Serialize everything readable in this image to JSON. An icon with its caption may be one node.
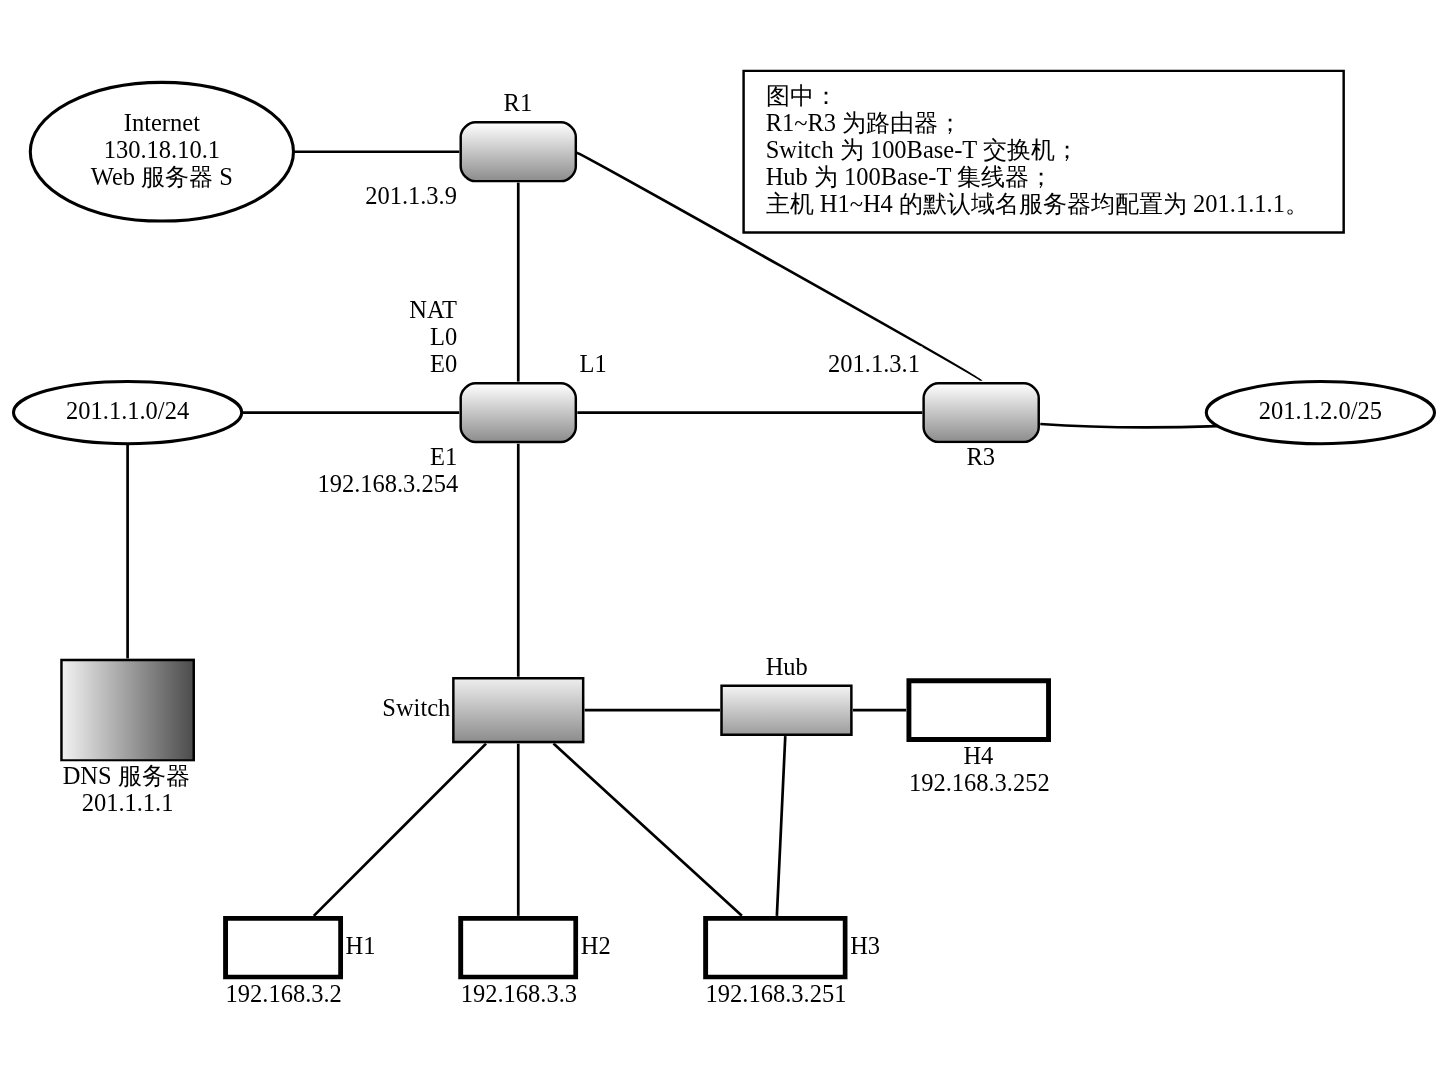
{
  "diagram": {
    "nodes": [
      {
        "text": [
          "Internet",
          "130.18.10.1",
          "Web 服务器 S"
        ]
      },
      {
        "text": [
          "R1",
          "201.1.3.9"
        ]
      },
      {
        "text": [
          "201.1.1.0/24"
        ]
      },
      {
        "text": [
          "NAT",
          "L0",
          "E0",
          "L1",
          "E1",
          "192.168.3.254"
        ]
      },
      {
        "text": [
          "201.1.3.1",
          "R3"
        ]
      },
      {
        "text": [
          "201.1.2.0/25"
        ]
      },
      {
        "text": [
          "DNS 服务器",
          "201.1.1.1"
        ]
      },
      {
        "text": [
          "Switch"
        ]
      },
      {
        "text": [
          "Hub"
        ]
      },
      {
        "text": [
          "H1",
          "192.168.3.2"
        ]
      },
      {
        "text": [
          "H2",
          "192.168.3.3"
        ]
      },
      {
        "text": [
          "H3",
          "192.168.3.251"
        ]
      },
      {
        "text": [
          "H4",
          "192.168.3.252"
        ]
      },
      {
        "text": [
          "图中：",
          "R1~R3 为路由器；",
          "Switch 为 100Base-T 交换机；",
          "Hub 为 100Base-T 集线器；",
          "主机 H1~H4 的默认域名服务器均配置为 201.1.1.1。"
        ]
      }
    ],
    "edges": [
      {
        "from": 0,
        "to": 1,
        "arrow": "none"
      },
      {
        "from": 1,
        "to": 3,
        "arrow": "none"
      },
      {
        "from": 1,
        "to": 4,
        "arrow": "none"
      },
      {
        "from": 2,
        "to": 3,
        "arrow": "none"
      },
      {
        "from": 3,
        "to": 4,
        "arrow": "none"
      },
      {
        "from": 4,
        "to": 5,
        "arrow": "none"
      },
      {
        "from": 2,
        "to": 6,
        "arrow": "none"
      },
      {
        "from": 3,
        "to": 7,
        "arrow": "none"
      },
      {
        "from": 7,
        "to": 8,
        "arrow": "none"
      },
      {
        "from": 8,
        "to": 12,
        "arrow": "none"
      },
      {
        "from": 7,
        "to": 9,
        "arrow": "none"
      },
      {
        "from": 7,
        "to": 10,
        "arrow": "none"
      },
      {
        "from": 7,
        "to": 11,
        "arrow": "none"
      },
      {
        "from": 8,
        "to": 11,
        "arrow": "none"
      }
    ]
  }
}
